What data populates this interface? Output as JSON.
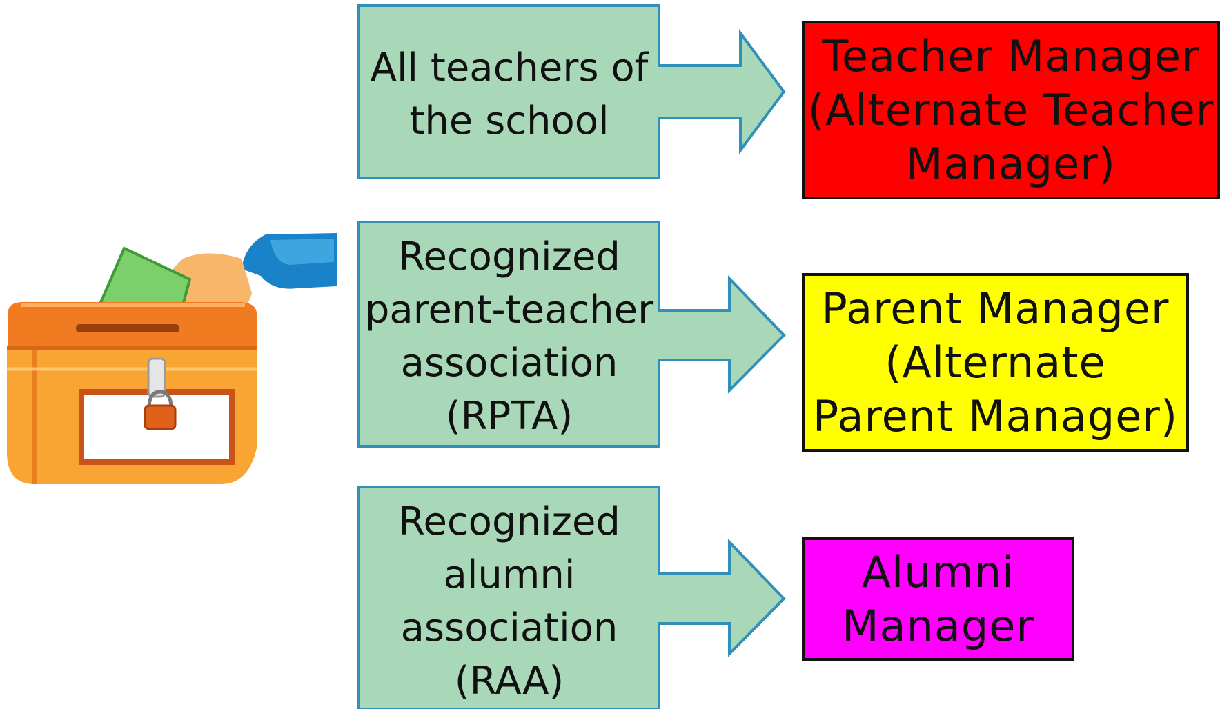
{
  "diagram": {
    "rows": [
      {
        "source": {
          "line1": "All teachers of",
          "line2": "the school",
          "line3": "",
          "line4": ""
        },
        "target": {
          "line1": "Teacher Manager",
          "line2": "(Alternate Teacher",
          "line3": "Manager)"
        },
        "target_color": "#ff0000"
      },
      {
        "source": {
          "line1": "Recognized",
          "line2": "parent-teacher",
          "line3": "association",
          "line4": "(RPTA)"
        },
        "target": {
          "line1": "Parent Manager",
          "line2": "(Alternate",
          "line3": "Parent Manager)"
        },
        "target_color": "#ffff00"
      },
      {
        "source": {
          "line1": "Recognized",
          "line2": "alumni",
          "line3": "association",
          "line4": "(RAA)"
        },
        "target": {
          "line1": "Alumni",
          "line2": "Manager",
          "line3": ""
        },
        "target_color": "#ff00ff"
      }
    ],
    "arrow_fill": "#a9d8b8",
    "arrow_stroke": "#3190b9",
    "illustration": "ballot-box-with-hand-casting-vote"
  }
}
